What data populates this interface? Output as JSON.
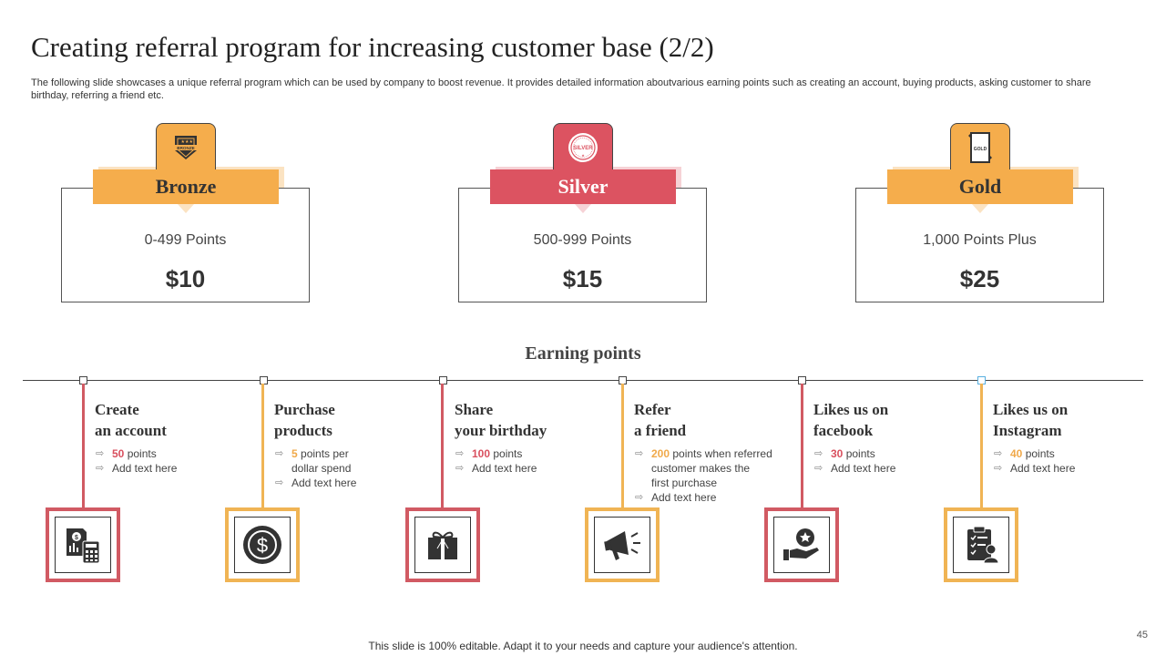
{
  "title": "Creating referral program for increasing customer base (2/2)",
  "subtitle": "The following slide showcases a unique referral program which can be used by company to boost revenue. It provides detailed information aboutvarious earning points such as creating an account, buying products, asking customer to share birthday, referring a friend etc.",
  "colors": {
    "orange": "#f5ad4c",
    "red": "#dc5361",
    "orange_line": "#f0b454",
    "red_line": "#d15a63"
  },
  "tiers": [
    {
      "name": "Bronze",
      "points": "0-499 Points",
      "amount": "$10",
      "badge_text": "BRONZE",
      "icon": "bronze-badge-icon"
    },
    {
      "name": "Silver",
      "points": "500-999 Points",
      "amount": "$15",
      "badge_text": "SILVER",
      "icon": "silver-seal-icon"
    },
    {
      "name": "Gold",
      "points": "1,000 Points Plus",
      "amount": "$25",
      "badge_text": "GOLD",
      "icon": "gold-card-icon"
    }
  ],
  "earning_title": "Earning points",
  "steps": [
    {
      "title_l1": "Create",
      "title_l2": "an account",
      "value": "50",
      "value_text": " points",
      "value_extra": [],
      "add_text": "Add text here",
      "icon": "finance-calculator-icon"
    },
    {
      "title_l1": "Purchase",
      "title_l2": "products",
      "value": "5",
      "value_text": " points per",
      "value_extra": [
        "dollar spend"
      ],
      "add_text": "Add text here",
      "icon": "dollar-coin-icon"
    },
    {
      "title_l1": "Share",
      "title_l2": "your birthday",
      "value": "100",
      "value_text": " points",
      "value_extra": [],
      "add_text": "Add text here",
      "icon": "gift-box-icon"
    },
    {
      "title_l1": "Refer",
      "title_l2": "a friend",
      "value": "200",
      "value_text": " points when referred",
      "value_extra": [
        "customer makes the",
        "first purchase"
      ],
      "add_text": "Add text here",
      "icon": "megaphone-icon"
    },
    {
      "title_l1": "Likes us on",
      "title_l2": "facebook",
      "value": "30",
      "value_text": " points",
      "value_extra": [],
      "add_text": "Add text here",
      "icon": "hand-star-icon"
    },
    {
      "title_l1": "Likes us on",
      "title_l2": "Instagram",
      "value": "40",
      "value_text": " points",
      "value_extra": [],
      "add_text": "Add text here",
      "icon": "clipboard-user-icon"
    }
  ],
  "footer": "This slide is 100% editable. Adapt it to your needs and capture your audience's attention.",
  "page_number": "45"
}
